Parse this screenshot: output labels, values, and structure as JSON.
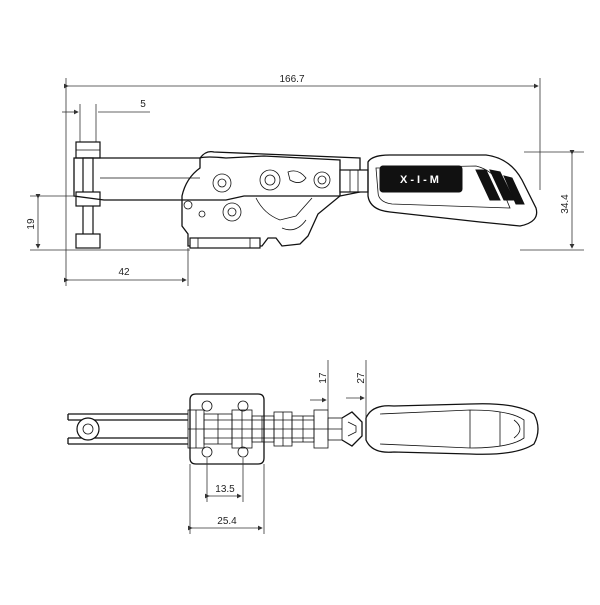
{
  "drawing": {
    "views": [
      {
        "name": "side-view"
      },
      {
        "name": "top-view"
      }
    ],
    "dimensions": {
      "overall_length": "166.7",
      "bolt_offset": "5",
      "bolt_height": "19",
      "base_offset": "42",
      "handle_height": "34.4",
      "dim_17": "17",
      "dim_27": "27",
      "hole_spacing": "13.5",
      "base_width": "25.4"
    },
    "handle_marking": "X-I-M"
  }
}
